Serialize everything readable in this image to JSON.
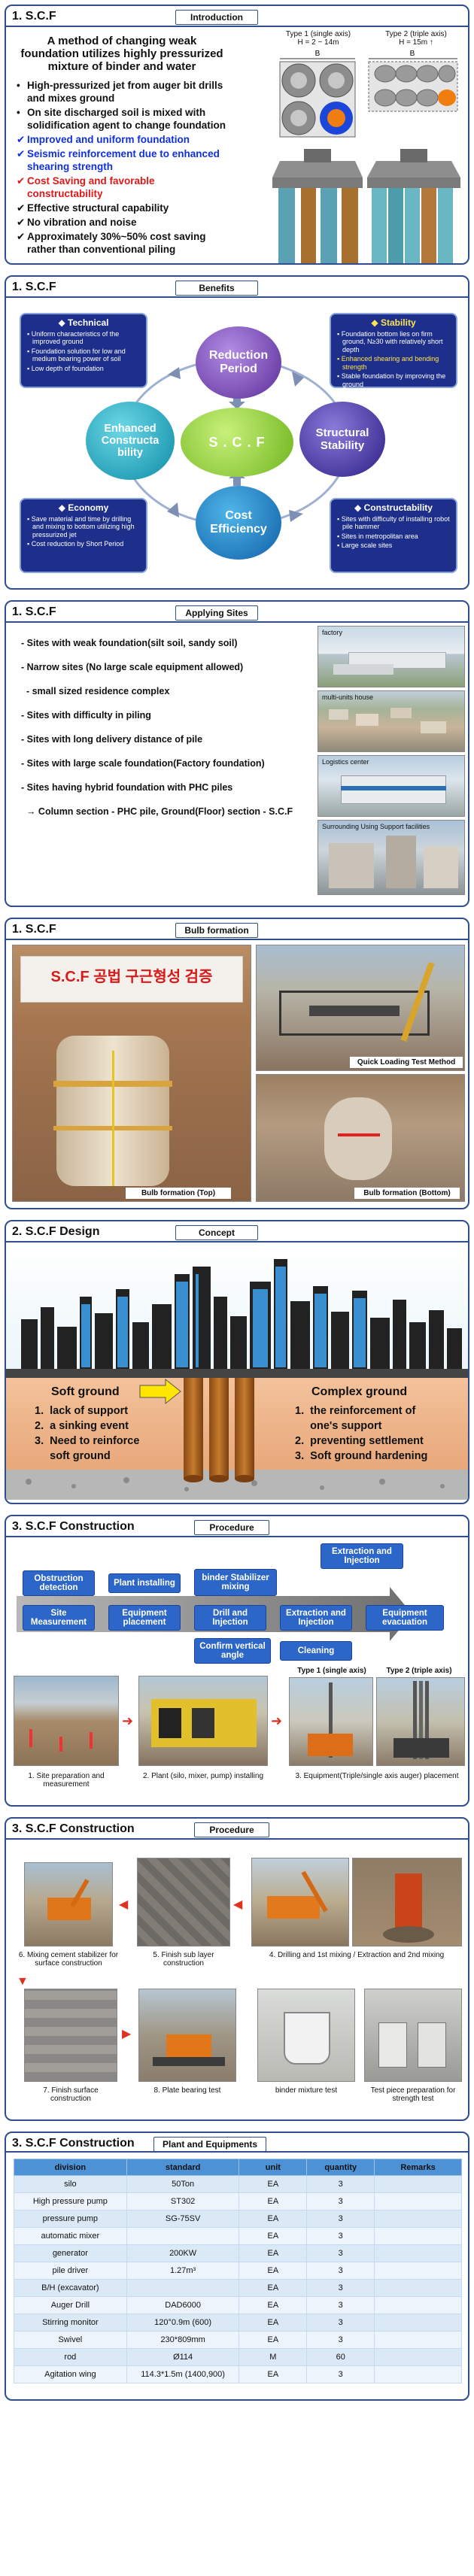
{
  "sec1": {
    "title": "1. S.C.F",
    "subtitle": "Introduction",
    "lead": "A method of changing weak foundation utilizes highly pressurized mixture of binder and water",
    "items": [
      {
        "bullet": "•",
        "text": "High-pressurized jet from auger bit drills and mixes ground",
        "color": "#111111"
      },
      {
        "bullet": "•",
        "text": "On site discharged soil is mixed with solidification agent to change foundation",
        "color": "#111111"
      },
      {
        "bullet": "✔",
        "text": "Improved and uniform foundation",
        "color": "#1030e0"
      },
      {
        "bullet": "✔",
        "text": "Seismic reinforcement due to enhanced shearing strength",
        "color": "#1030e0"
      },
      {
        "bullet": "✔",
        "text": "Cost Saving and favorable constructability",
        "color": "#e01818"
      },
      {
        "bullet": "✔",
        "text": "Effective structural capability",
        "color": "#111111"
      },
      {
        "bullet": "✔",
        "text": "No vibration and noise",
        "color": "#111111"
      },
      {
        "bullet": "✔",
        "text": "Approximately 30%~50% cost saving rather than conventional piling",
        "color": "#111111"
      }
    ],
    "type1": {
      "name": "Type 1 (single axis)",
      "h": "H = 2 ~ 14m",
      "b": "B"
    },
    "type2": {
      "name": "Type 2 (triple axis)",
      "h": "H = 15m ↑",
      "b": "B"
    }
  },
  "sec2": {
    "title": "1. S.C.F",
    "subtitle": "Benefits",
    "center": "S . C . F",
    "reduction": "Reduction Period",
    "structural": "Structural Stability",
    "cost": "Cost Efficiency",
    "enhanced": "Enhanced Constructa bility",
    "technical": {
      "title": "Technical",
      "items": [
        "Uniform characteristics of the improved ground",
        "Foundation solution for low and medium bearing power of soil",
        "Low depth of foundation"
      ]
    },
    "stability": {
      "title": "Stability",
      "items": [
        "Foundation bottom lies on firm ground, N≥30 with relatively short depth",
        "Enhanced shearing and bending strength",
        "Stable foundation by improving the ground"
      ]
    },
    "economy": {
      "title": "Economy",
      "items": [
        "Save material and time by drilling and mixing to bottom utilizing high pressurized jet",
        "Cost reduction by Short Period"
      ]
    },
    "constructability": {
      "title": "Constructability",
      "items": [
        "Sites with difficulty of installing robot pile hammer",
        "Sites in metropolitan area",
        "Large scale sites"
      ]
    }
  },
  "sec3": {
    "title": "1. S.C.F",
    "subtitle": "Applying Sites",
    "items": [
      "- Sites with weak foundation(silt soil, sandy soil)",
      "- Narrow sites (No large scale equipment allowed)",
      "  - small sized residence complex",
      "- Sites with difficulty in piling",
      "- Sites with long delivery distance of pile",
      "- Sites with large scale foundation(Factory foundation)",
      "- Sites having hybrid foundation with PHC piles",
      "  → Column section - PHC pile, Ground(Floor) section - S.C.F"
    ],
    "photos": [
      "factory",
      "multi-units house",
      "Logistics center",
      "Surrounding Using Support facilities"
    ]
  },
  "sec4": {
    "title": "1. S.C.F",
    "subtitle": "Bulb formation",
    "sign": "S.C.F 공법 구근형성 검증",
    "cap_top": "Bulb formation (Top)",
    "cap_qlt": "Quick Loading Test Method",
    "cap_bottom": "Bulb formation (Bottom)"
  },
  "sec5": {
    "title": "2. S.C.F Design",
    "subtitle": "Concept",
    "soft_title": "Soft ground",
    "soft_items": [
      "1.  lack of support",
      "2.  a sinking event",
      "3.  Need to reinforce",
      "     soft ground"
    ],
    "complex_title": "Complex  ground",
    "complex_items": [
      "1.  the reinforcement of",
      "     one's support",
      "2.  preventing settlement",
      "3.  Soft ground hardening"
    ]
  },
  "sec6": {
    "title": "3. S.C.F Construction",
    "subtitle": "Procedure",
    "boxes": {
      "obstruction": "Obstruction detection",
      "plant": "Plant installing",
      "binder": "binder Stabilizer mixing",
      "extraction_top": "Extraction and Injection",
      "site": "Site Measurement",
      "equipment": "Equipment placement",
      "drill": "Drill and Injection",
      "extraction": "Extraction and Injection",
      "evacuation": "Equipment evacuation",
      "confirm": "Confirm vertical angle",
      "cleaning": "Cleaning"
    },
    "caps": [
      "1. Site preparation and measurement",
      "2. Plant (silo, mixer, pump) installing",
      "3. Equipment(Triple/single axis auger) placement"
    ],
    "type1": "Type 1 (single axis)",
    "type2": "Type 2 (triple axis)"
  },
  "sec7": {
    "title": "3. S.C.F Construction",
    "subtitle": "Procedure",
    "caps": [
      "6. Mixing cement stabilizer for surface construction",
      "5. Finish sub layer construction",
      "4. Drilling and 1st mixing / Extraction and 2nd mixing",
      "7. Finish surface construction",
      "8. Plate bearing test",
      "binder mixture test",
      "Test piece preparation for strength test"
    ]
  },
  "sec8": {
    "title": "3. S.C.F Construction",
    "subtitle": "Plant and Equipments",
    "headers": [
      "division",
      "standard",
      "unit",
      "quantity",
      "Remarks"
    ],
    "rows": [
      [
        "silo",
        "50Ton",
        "EA",
        "3",
        ""
      ],
      [
        "High pressure pump",
        "ST302",
        "EA",
        "3",
        ""
      ],
      [
        "pressure pump",
        "SG-75SV",
        "EA",
        "3",
        ""
      ],
      [
        "automatic mixer",
        "",
        "EA",
        "3",
        ""
      ],
      [
        "generator",
        "200KW",
        "EA",
        "3",
        ""
      ],
      [
        "pile driver",
        "1.27m³",
        "EA",
        "3",
        ""
      ],
      [
        "B/H (excavator)",
        "",
        "EA",
        "3",
        ""
      ],
      [
        "Auger Drill",
        "DAD6000",
        "EA",
        "3",
        ""
      ],
      [
        "Stirring monitor",
        "120°0.9m (600)",
        "EA",
        "3",
        ""
      ],
      [
        "Swivel",
        "230*809mm",
        "EA",
        "3",
        ""
      ],
      [
        "rod",
        "Ø114",
        "M",
        "60",
        ""
      ],
      [
        "Agitation wing",
        "114.3*1.5m (1400,900)",
        "EA",
        "3",
        ""
      ]
    ]
  }
}
